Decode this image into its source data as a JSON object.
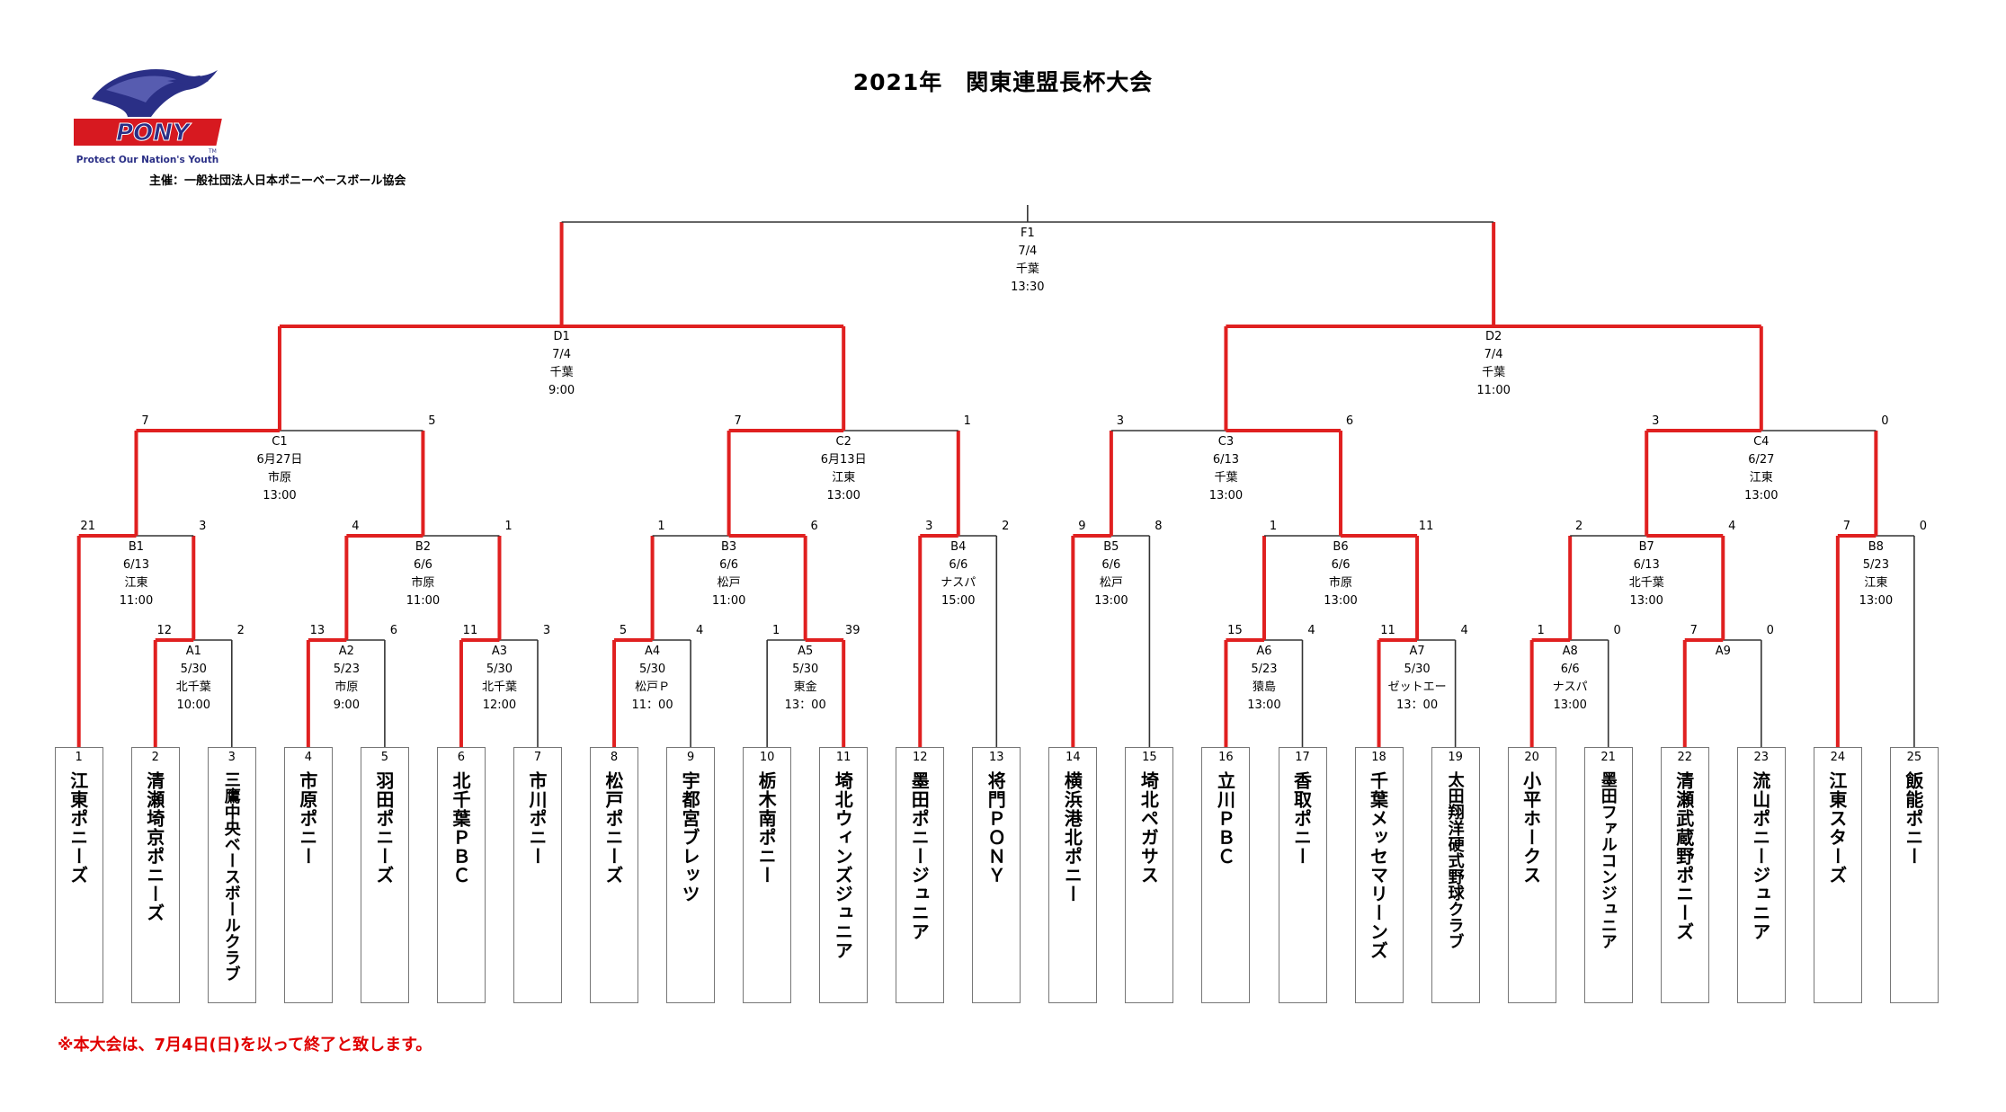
{
  "title": "2021年　関東連盟長杯大会",
  "sponsor": "主催：一般社団法人日本ポニーベースボール協会",
  "footnote": "※本大会は、7月4日(日)を以って終了と致します。",
  "logo": {
    "word": "PONY",
    "tagline": "Protect Our Nation's Youth",
    "tm": "TM"
  },
  "colors": {
    "win": "#e02020",
    "line": "#333333",
    "box_border": "#777777",
    "note": "#e00000",
    "logo_red": "#d71920",
    "logo_blue": "#2a2f86"
  },
  "teams": [
    {
      "no": "1",
      "name": "江東ポニーズ"
    },
    {
      "no": "2",
      "name": "清瀬埼京ポニーズ"
    },
    {
      "no": "3",
      "name": "三鷹中央ベースボールクラブ"
    },
    {
      "no": "4",
      "name": "市原ポニー"
    },
    {
      "no": "5",
      "name": "羽田ポニーズ"
    },
    {
      "no": "6",
      "name": "北千葉ＰＢＣ"
    },
    {
      "no": "7",
      "name": "市川ポニー"
    },
    {
      "no": "8",
      "name": "松戸ポニーズ"
    },
    {
      "no": "9",
      "name": "宇都宮ブレッツ"
    },
    {
      "no": "10",
      "name": "栃木南ポニー"
    },
    {
      "no": "11",
      "name": "埼北ウィンズジュニア"
    },
    {
      "no": "12",
      "name": "墨田ポニージュニア"
    },
    {
      "no": "13",
      "name": "将門ＰＯＮＹ"
    },
    {
      "no": "14",
      "name": "横浜港北ポニー"
    },
    {
      "no": "15",
      "name": "埼北ペガサス"
    },
    {
      "no": "16",
      "name": "立川ＰＢＣ"
    },
    {
      "no": "17",
      "name": "香取ポニー"
    },
    {
      "no": "18",
      "name": "千葉メッセマリーンズ"
    },
    {
      "no": "19",
      "name": "太田翔洋硬式野球クラブ"
    },
    {
      "no": "20",
      "name": "小平ホークス"
    },
    {
      "no": "21",
      "name": "墨田ファルコンジュニア"
    },
    {
      "no": "22",
      "name": "清瀬武蔵野ポニーズ"
    },
    {
      "no": "23",
      "name": "流山ポニージュニア"
    },
    {
      "no": "24",
      "name": "江東スターズ"
    },
    {
      "no": "25",
      "name": "飯能ポニー"
    }
  ],
  "games": [
    {
      "id": "A1",
      "info": [
        "5/30",
        "北千葉",
        "10:00"
      ],
      "left": "2",
      "right": "3",
      "sl": "12",
      "sr": "2",
      "win": "L"
    },
    {
      "id": "A2",
      "info": [
        "5/23",
        "市原",
        "9:00"
      ],
      "left": "4",
      "right": "5",
      "sl": "13",
      "sr": "6",
      "win": "L"
    },
    {
      "id": "A3",
      "info": [
        "5/30",
        "北千葉",
        "12:00"
      ],
      "left": "6",
      "right": "7",
      "sl": "11",
      "sr": "3",
      "win": "L"
    },
    {
      "id": "A4",
      "info": [
        "5/30",
        "松戸Ｐ",
        "11：00"
      ],
      "left": "8",
      "right": "9",
      "sl": "5",
      "sr": "4",
      "win": "L"
    },
    {
      "id": "A5",
      "info": [
        "5/30",
        "東金",
        "13：00"
      ],
      "left": "10",
      "right": "11",
      "sl": "1",
      "sr": "39",
      "win": "R"
    },
    {
      "id": "A6",
      "info": [
        "5/23",
        "猿島",
        "13:00"
      ],
      "left": "16",
      "right": "17",
      "sl": "15",
      "sr": "4",
      "win": "L"
    },
    {
      "id": "A7",
      "info": [
        "5/30",
        "ゼットエー",
        "13：00"
      ],
      "left": "18",
      "right": "19",
      "sl": "11",
      "sr": "4",
      "win": "L"
    },
    {
      "id": "A8",
      "info": [
        "6/6",
        "ナスパ",
        "13:00"
      ],
      "left": "20",
      "right": "21",
      "sl": "1",
      "sr": "0",
      "win": "L"
    },
    {
      "id": "A9",
      "info": [],
      "left": "22",
      "right": "23",
      "sl": "7",
      "sr": "0",
      "win": "L"
    },
    {
      "id": "B1",
      "info": [
        "6/13",
        "江東",
        "11:00"
      ],
      "left": "1",
      "right": "A1",
      "sl": "21",
      "sr": "3",
      "win": "L"
    },
    {
      "id": "B2",
      "info": [
        "6/6",
        "市原",
        "11:00"
      ],
      "left": "A2",
      "right": "A3",
      "sl": "4",
      "sr": "1",
      "win": "L"
    },
    {
      "id": "B3",
      "info": [
        "6/6",
        "松戸",
        "11:00"
      ],
      "left": "A4",
      "right": "A5",
      "sl": "1",
      "sr": "6",
      "win": "R"
    },
    {
      "id": "B4",
      "info": [
        "6/6",
        "ナスパ",
        "15:00"
      ],
      "left": "12",
      "right": "13",
      "sl": "3",
      "sr": "2",
      "win": "L"
    },
    {
      "id": "B5",
      "info": [
        "6/6",
        "松戸",
        "13:00"
      ],
      "left": "14",
      "right": "15",
      "sl": "9",
      "sr": "8",
      "win": "L"
    },
    {
      "id": "B6",
      "info": [
        "6/6",
        "市原",
        "13:00"
      ],
      "left": "A6",
      "right": "A7",
      "sl": "1",
      "sr": "11",
      "win": "R"
    },
    {
      "id": "B7",
      "info": [
        "6/13",
        "北千葉",
        "13:00"
      ],
      "left": "A8",
      "right": "A9",
      "sl": "2",
      "sr": "4",
      "win": "R"
    },
    {
      "id": "B8",
      "info": [
        "5/23",
        "江東",
        "13:00"
      ],
      "left": "24",
      "right": "25",
      "sl": "7",
      "sr": "0",
      "win": "L"
    },
    {
      "id": "C1",
      "info": [
        "6月27日",
        "市原",
        "13:00"
      ],
      "left": "B1",
      "right": "B2",
      "sl": "7",
      "sr": "5",
      "win": "L"
    },
    {
      "id": "C2",
      "info": [
        "6月13日",
        "江東",
        "13:00"
      ],
      "left": "B3",
      "right": "B4",
      "sl": "7",
      "sr": "1",
      "win": "L"
    },
    {
      "id": "C3",
      "info": [
        "6/13",
        "千葉",
        "13:00"
      ],
      "left": "B5",
      "right": "B6",
      "sl": "3",
      "sr": "6",
      "win": "R"
    },
    {
      "id": "C4",
      "info": [
        "6/27",
        "江東",
        "13:00"
      ],
      "left": "B7",
      "right": "B8",
      "sl": "3",
      "sr": "0",
      "win": "L"
    },
    {
      "id": "D1",
      "info": [
        "7/4",
        "千葉",
        "9:00"
      ],
      "left": "C1",
      "right": "C2",
      "sl": "",
      "sr": "",
      "win": "B"
    },
    {
      "id": "D2",
      "info": [
        "7/4",
        "千葉",
        "11:00"
      ],
      "left": "C3",
      "right": "C4",
      "sl": "",
      "sr": "",
      "win": "B"
    },
    {
      "id": "F1",
      "info": [
        "7/4",
        "千葉",
        "13:30"
      ],
      "left": "D1",
      "right": "D2",
      "sl": "",
      "sr": "",
      "win": ""
    }
  ]
}
